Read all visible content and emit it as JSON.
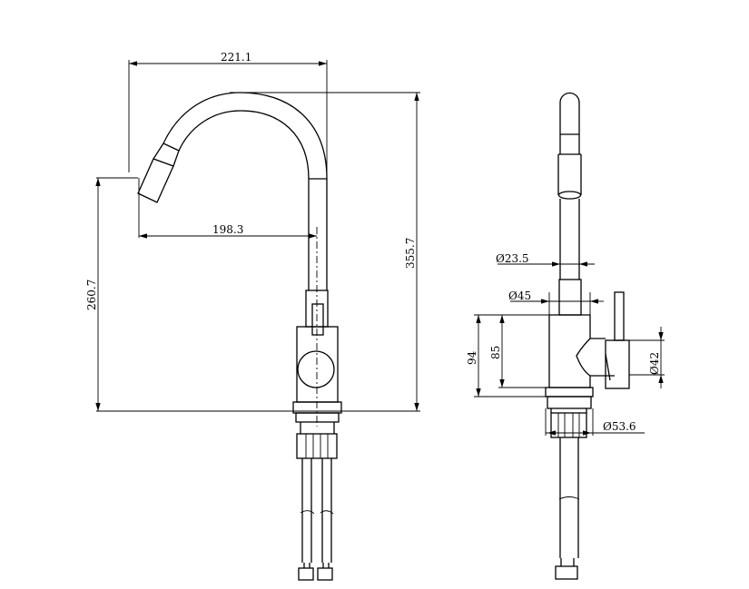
{
  "drawing": {
    "front_view": {
      "width_total": "221.1",
      "height_total": "355.7",
      "spout_height": "260.7",
      "spout_reach": "198.3"
    },
    "side_view": {
      "spout_diameter": "Ø23.5",
      "body_diameter": "Ø45",
      "body_height_outer": "94",
      "body_height_inner": "85",
      "handle_diameter": "Ø42",
      "base_diameter": "Ø53.6"
    },
    "line_color": "#000000"
  }
}
